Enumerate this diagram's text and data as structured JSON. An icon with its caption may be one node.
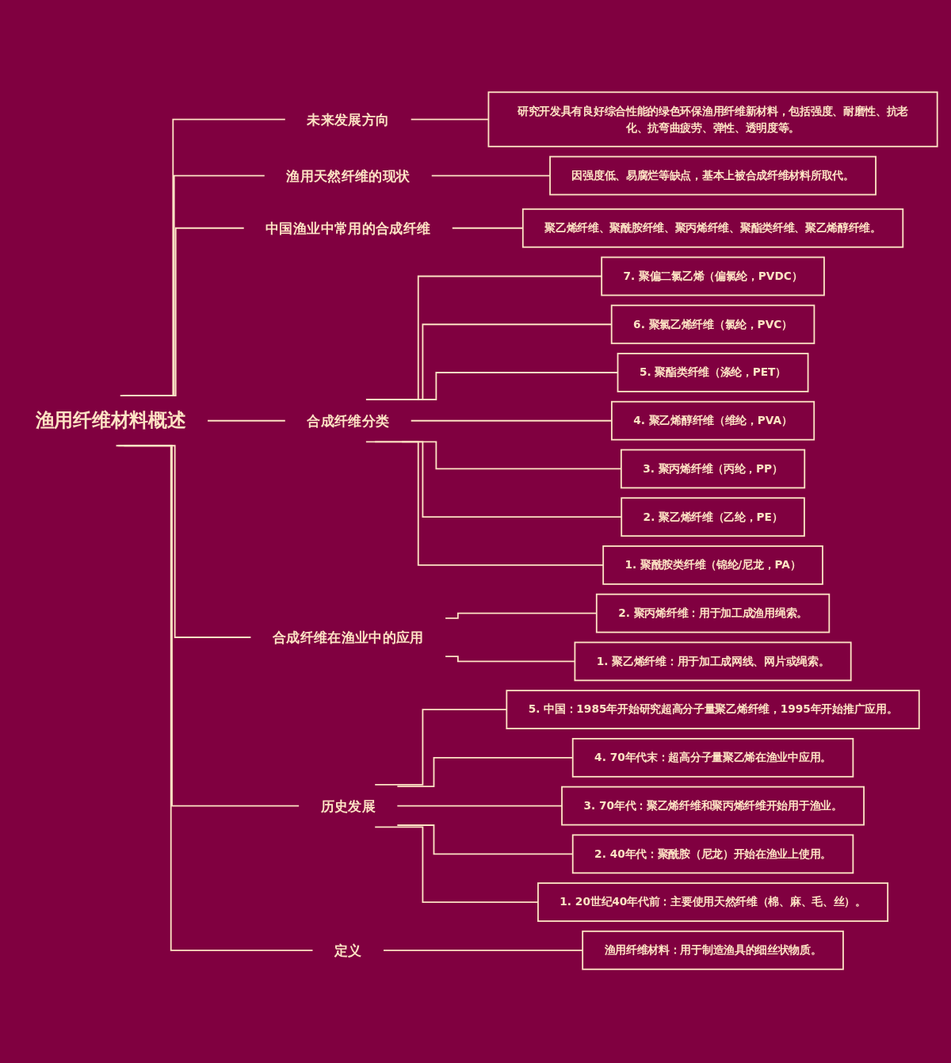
{
  "diagram": {
    "nodes": [
      {
        "text": [
          "渔用纤维材料概述"
        ]
      },
      {
        "text": [
          "未来发展方向"
        ]
      },
      {
        "text": [
          "研究开发具有良好综合性能的绿色环保渔用纤维新材料，包括强度、耐磨性、抗老化、抗弯曲疲劳、弹性、透明度等。"
        ]
      },
      {
        "text": [
          "渔用天然纤维的现状"
        ]
      },
      {
        "text": [
          "因强度低、易腐烂等缺点，基本上被合成纤维材料所取代。"
        ]
      },
      {
        "text": [
          "中国渔业中常用的合成纤维"
        ]
      },
      {
        "text": [
          "聚乙烯纤维、聚酰胺纤维、聚丙烯纤维、聚酯类纤维、聚乙烯醇纤维。"
        ]
      },
      {
        "text": [
          "合成纤维分类"
        ]
      },
      {
        "text": [
          "7. 聚偏二氯乙烯（偏氯纶，PVDC）"
        ]
      },
      {
        "text": [
          "6. 聚氯乙烯纤维（氯纶，PVC）"
        ]
      },
      {
        "text": [
          "5. 聚酯类纤维（涤纶，PET）"
        ]
      },
      {
        "text": [
          "4. 聚乙烯醇纤维（维纶，PVA）"
        ]
      },
      {
        "text": [
          "3. 聚丙烯纤维（丙纶，PP）"
        ]
      },
      {
        "text": [
          "2. 聚乙烯纤维（乙纶，PE）"
        ]
      },
      {
        "text": [
          "1. 聚酰胺类纤维（锦纶/尼龙，PA）"
        ]
      },
      {
        "text": [
          "合成纤维在渔业中的应用"
        ]
      },
      {
        "text": [
          "2. 聚丙烯纤维：用于加工成渔用绳索。"
        ]
      },
      {
        "text": [
          "1. 聚乙烯纤维：用于加工成网线、网片或绳索。"
        ]
      },
      {
        "text": [
          "历史发展"
        ]
      },
      {
        "text": [
          "5. 中国：1985年开始研究超高分子量聚乙烯纤维，1995年开始推广应用。"
        ]
      },
      {
        "text": [
          "4. 70年代末：超高分子量聚乙烯在渔业中应用。"
        ]
      },
      {
        "text": [
          "3. 70年代：聚乙烯纤维和聚丙烯纤维开始用于渔业。"
        ]
      },
      {
        "text": [
          "2. 40年代：聚酰胺（尼龙）开始在渔业上使用。"
        ]
      },
      {
        "text": [
          "1. 20世纪40年代前：主要使用天然纤维（棉、麻、毛、丝）。"
        ]
      },
      {
        "text": [
          "定义"
        ]
      },
      {
        "text": [
          "渔用纤维材料：用于制造渔具的细丝状物质。"
        ]
      }
    ],
    "edges": [
      {
        "from": 0,
        "to": 1,
        "arrow": "none"
      },
      {
        "from": 1,
        "to": 2,
        "arrow": "none"
      },
      {
        "from": 0,
        "to": 3,
        "arrow": "none"
      },
      {
        "from": 3,
        "to": 4,
        "arrow": "none"
      },
      {
        "from": 0,
        "to": 5,
        "arrow": "none"
      },
      {
        "from": 5,
        "to": 6,
        "arrow": "none"
      },
      {
        "from": 0,
        "to": 7,
        "arrow": "none"
      },
      {
        "from": 7,
        "to": 8,
        "arrow": "none"
      },
      {
        "from": 7,
        "to": 9,
        "arrow": "none"
      },
      {
        "from": 7,
        "to": 10,
        "arrow": "none"
      },
      {
        "from": 7,
        "to": 11,
        "arrow": "none"
      },
      {
        "from": 7,
        "to": 12,
        "arrow": "none"
      },
      {
        "from": 7,
        "to": 13,
        "arrow": "none"
      },
      {
        "from": 7,
        "to": 14,
        "arrow": "none"
      },
      {
        "from": 0,
        "to": 15,
        "arrow": "none"
      },
      {
        "from": 15,
        "to": 16,
        "arrow": "none"
      },
      {
        "from": 15,
        "to": 17,
        "arrow": "none"
      },
      {
        "from": 0,
        "to": 18,
        "arrow": "none"
      },
      {
        "from": 18,
        "to": 19,
        "arrow": "none"
      },
      {
        "from": 18,
        "to": 20,
        "arrow": "none"
      },
      {
        "from": 18,
        "to": 21,
        "arrow": "none"
      },
      {
        "from": 18,
        "to": 22,
        "arrow": "none"
      },
      {
        "from": 18,
        "to": 23,
        "arrow": "none"
      },
      {
        "from": 0,
        "to": 24,
        "arrow": "none"
      },
      {
        "from": 24,
        "to": 25,
        "arrow": "none"
      }
    ]
  }
}
